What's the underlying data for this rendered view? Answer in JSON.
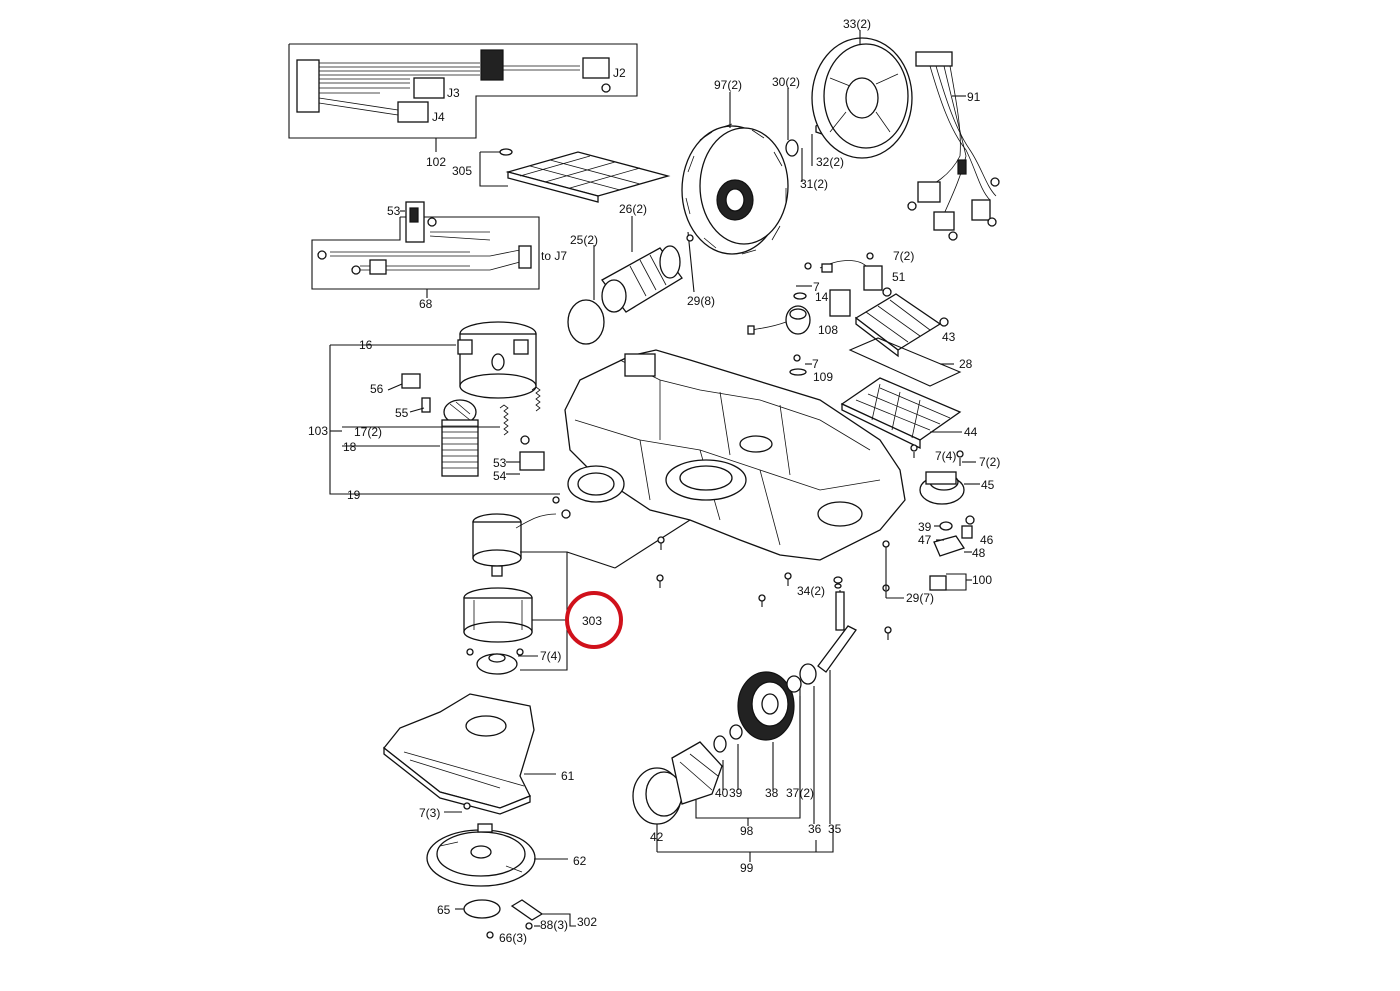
{
  "diagram": {
    "labels": {
      "l33": "33(2)",
      "l97": "97(2)",
      "l30": "30(2)",
      "l32": "32(2)",
      "l31": "31(2)",
      "l91": "91",
      "l102": "102",
      "l305": "305",
      "lJ2": "J2",
      "lJ3": "J3",
      "lJ4": "J4",
      "l53a": "53",
      "l68": "68",
      "lJ7": "to J7",
      "l26": "26(2)",
      "l25": "25(2)",
      "l29a": "29(8)",
      "l7a": "7(2)",
      "l51": "51",
      "l7b": "7",
      "l14": "14",
      "l108": "108",
      "l43": "43",
      "l28": "28",
      "l7c": "7",
      "l109": "109",
      "l44": "44",
      "l16": "16",
      "l56": "56",
      "l55": "55",
      "l103": "103",
      "l17": "17(2)",
      "l18": "18",
      "l53b": "53",
      "l54": "54",
      "l19": "19",
      "l7d": "7(4)",
      "l7e": "7(2)",
      "l45": "45",
      "l39a": "39",
      "l47": "47",
      "l46": "46",
      "l48": "48",
      "l100": "100",
      "l34": "34(2)",
      "l29b": "29(7)",
      "l303": "303",
      "l7f": "7(4)",
      "l61": "61",
      "l7g": "7(3)",
      "l62": "62",
      "l65": "65",
      "l88": "88(3)",
      "l302": "302",
      "l66": "66(3)",
      "l40": "40",
      "l39b": "39",
      "l38": "38",
      "l37": "37(2)",
      "l42": "42",
      "l98": "98",
      "l36": "36",
      "l35": "35",
      "l99": "99"
    },
    "highlight": {
      "label": "303",
      "color": "#d0111b"
    }
  }
}
